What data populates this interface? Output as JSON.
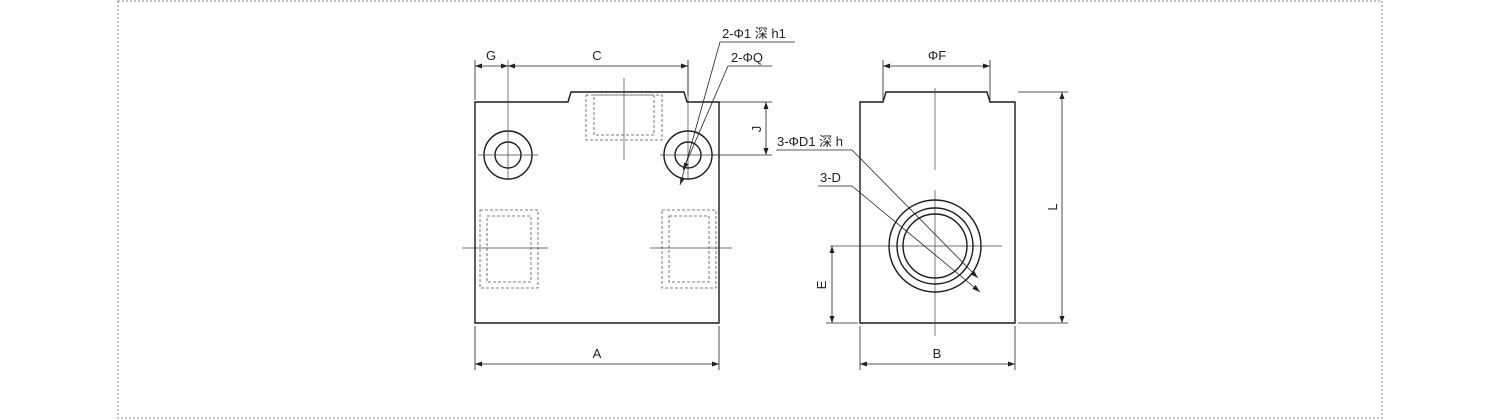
{
  "labels": {
    "dim_g": "G",
    "dim_c": "C",
    "dim_a": "A",
    "dim_j": "J",
    "dim_phi_f": "ΦF",
    "dim_b": "B",
    "dim_e": "E",
    "dim_l": "L",
    "callout_2phi1": "2-Φ1 深 h1",
    "callout_2phiq": "2-ΦQ",
    "callout_3phid1": "3-ΦD1 深 h",
    "callout_3d": "3-D"
  }
}
